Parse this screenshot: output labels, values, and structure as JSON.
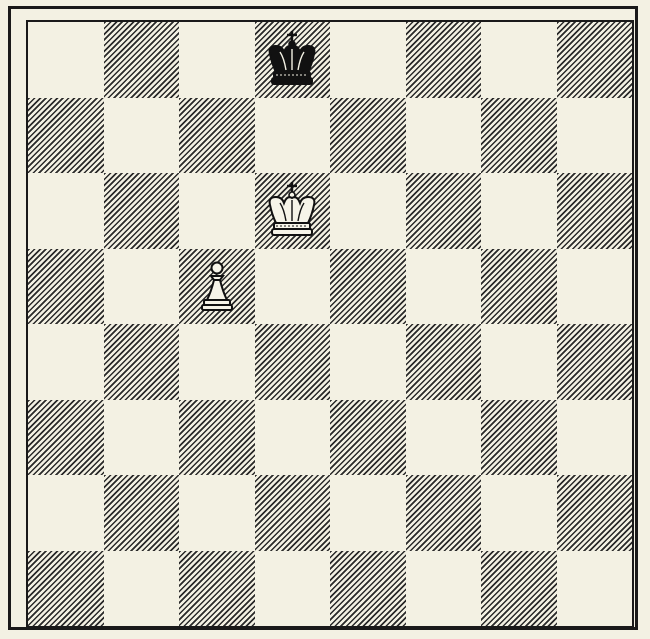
{
  "board": {
    "files": [
      "a",
      "b",
      "c",
      "d",
      "e",
      "f",
      "g",
      "h"
    ],
    "ranks": [
      8,
      7,
      6,
      5,
      4,
      3,
      2,
      1
    ],
    "orientation": "white-bottom",
    "square_style": "light/dark hatched engraving",
    "colors": {
      "paper": "#f3f1e3",
      "ink": "#1a1a1a"
    }
  },
  "pieces": [
    {
      "square": "d8",
      "color": "black",
      "type": "king",
      "icon": "black-king-icon"
    },
    {
      "square": "d6",
      "color": "white",
      "type": "king",
      "icon": "white-king-icon"
    },
    {
      "square": "c5",
      "color": "white",
      "type": "pawn",
      "icon": "white-pawn-icon"
    }
  ]
}
